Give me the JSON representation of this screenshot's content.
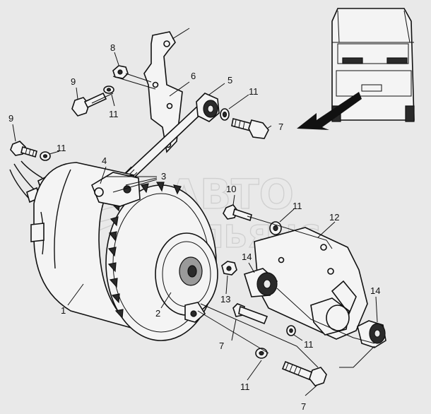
{
  "labels": {
    "l1": "1",
    "l2": "2",
    "l3": "3",
    "l4": "4",
    "l5": "5",
    "l6": "6",
    "l7a": "7",
    "l7b": "7",
    "l7c": "7",
    "l8": "8",
    "l9a": "9",
    "l9b": "9",
    "l10": "10",
    "l11a": "11",
    "l11b": "11",
    "l11c": "11",
    "l11d": "11",
    "l11e": "11",
    "l11f": "11",
    "l12": "12",
    "l13": "13",
    "l14a": "14",
    "l14b": "14"
  },
  "watermark": {
    "line1": "АВТО",
    "line2": "АЛЬЯНС"
  },
  "colors": {
    "background": "#e9e9e9",
    "ink": "#111111",
    "watermark": "#cfcfcf"
  }
}
